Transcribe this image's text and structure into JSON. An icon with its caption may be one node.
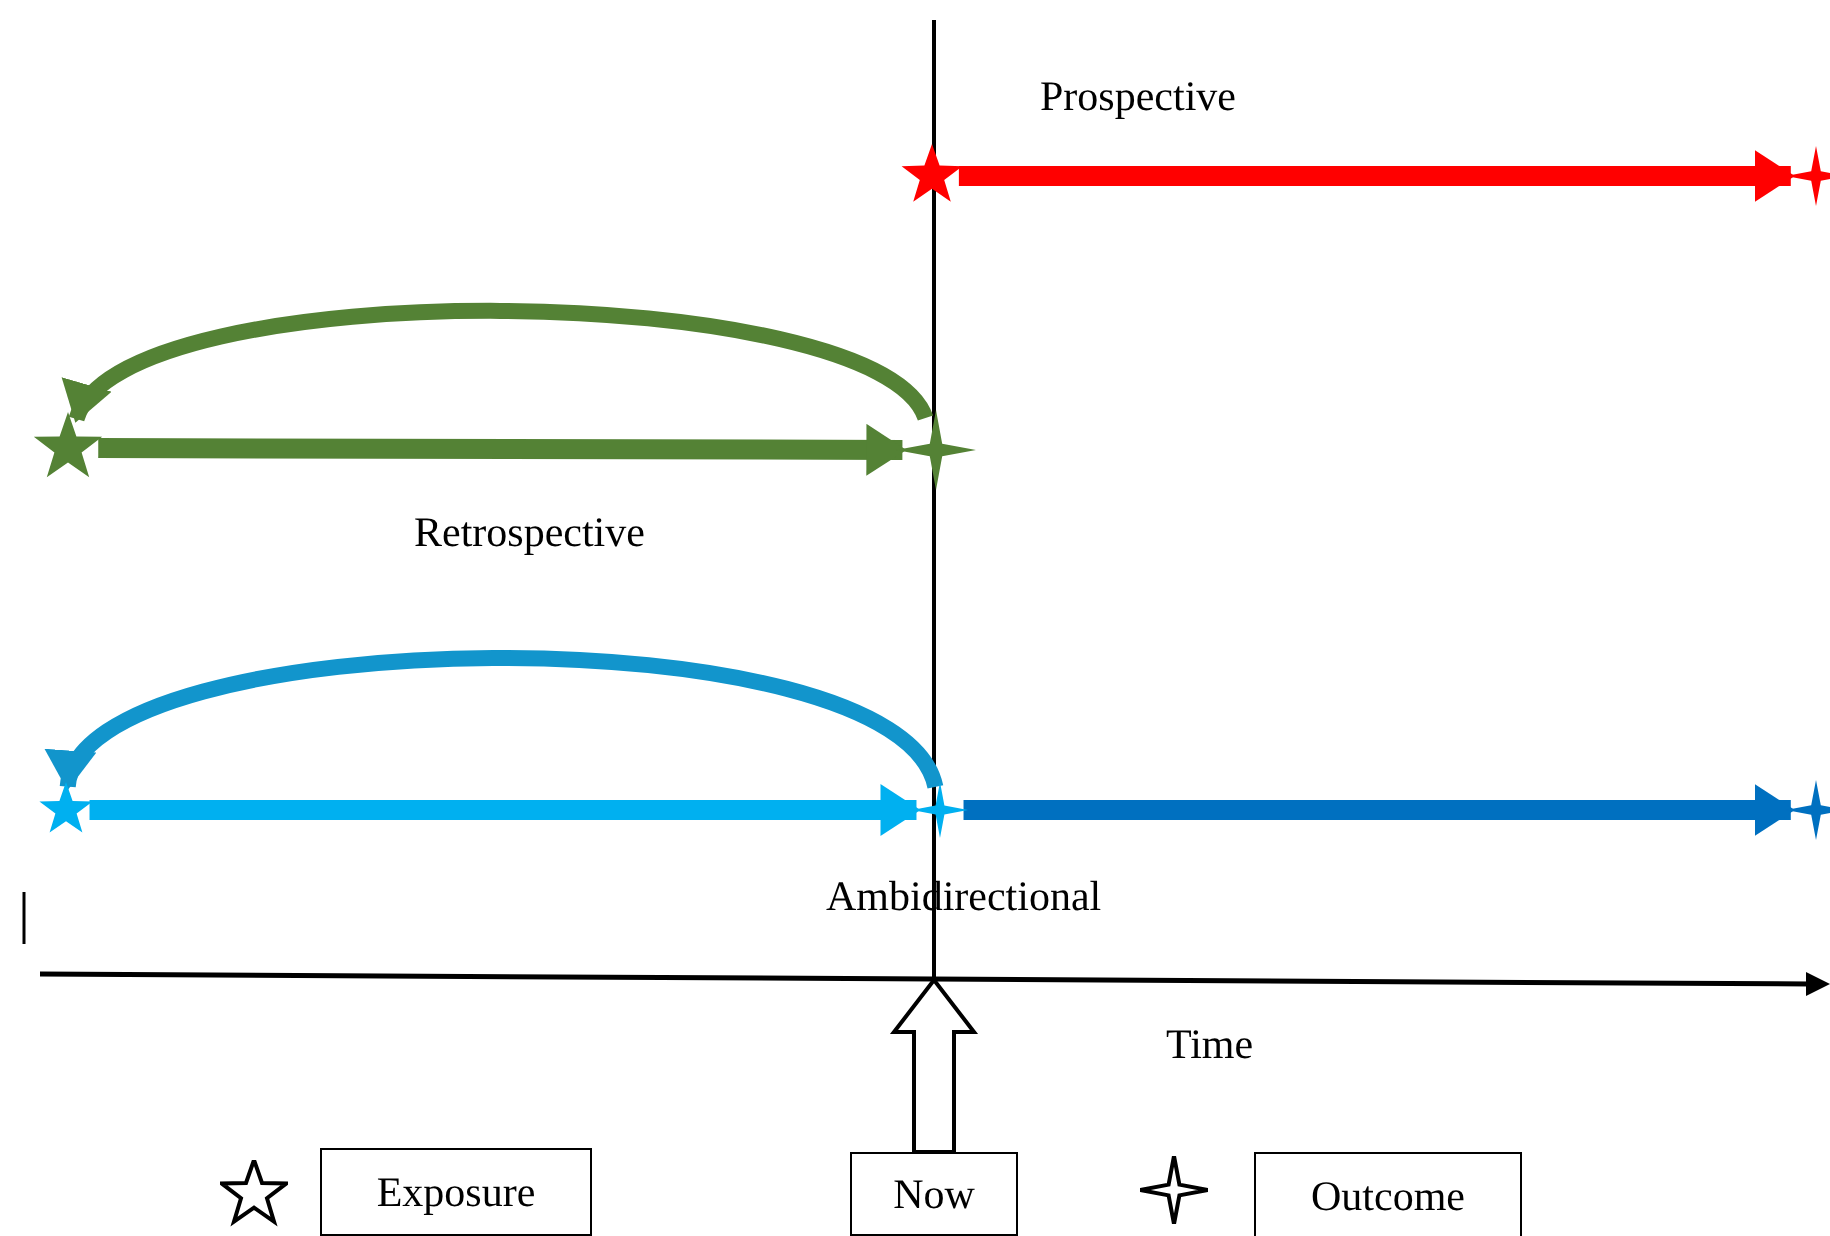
{
  "diagram": {
    "nodes": [
      {
        "text": [],
        "shape": "star"
      },
      {
        "text": [],
        "shape": "sparkle"
      },
      {
        "text": [],
        "shape": "star"
      },
      {
        "text": [],
        "shape": "sparkle"
      },
      {
        "text": [],
        "shape": "star"
      },
      {
        "text": [],
        "shape": "sparkle"
      },
      {
        "text": [],
        "shape": "sparkle"
      },
      {
        "text": [
          "Now"
        ]
      }
    ],
    "edges": [
      {
        "from": 0,
        "to": 1,
        "arrow": "to",
        "color": "#ff0000"
      },
      {
        "from": 2,
        "to": 3,
        "arrow": "to",
        "color": "#548235"
      },
      {
        "from": 3,
        "to": 2,
        "arrow": "to",
        "color": "#548235"
      },
      {
        "from": 4,
        "to": 5,
        "arrow": "to",
        "color": "#00b0f0"
      },
      {
        "from": 5,
        "to": 6,
        "arrow": "to",
        "color": "#0070c0"
      },
      {
        "from": 5,
        "to": 4,
        "arrow": "to",
        "color": "#1295cc"
      },
      {
        "from": 7,
        "to": null,
        "arrow": "to"
      }
    ],
    "labels": [
      "Prospective",
      "Retrospective",
      "Ambidirectional",
      "Time"
    ],
    "legend": [
      {
        "text": "Exposure"
      },
      {
        "text": "Outcome"
      }
    ]
  }
}
